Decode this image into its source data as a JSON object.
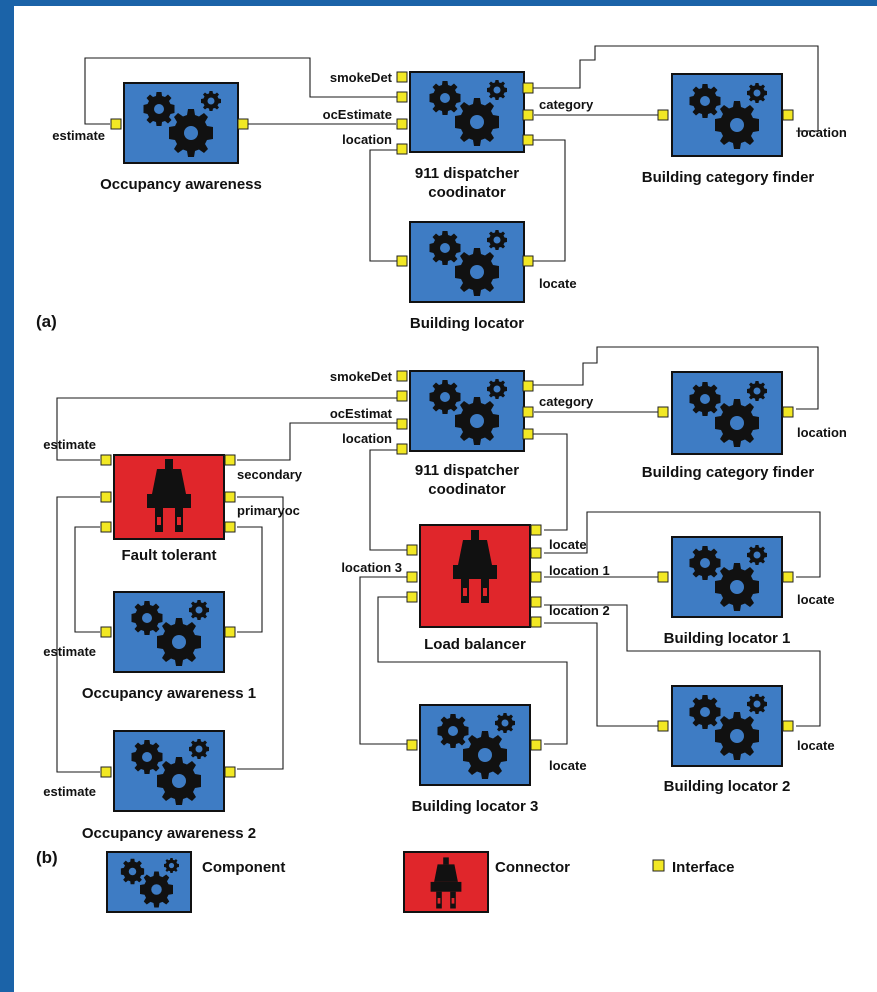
{
  "panels": {
    "a": "(a)",
    "b": "(b)"
  },
  "diagram_a": {
    "occupancy": "Occupancy awareness",
    "dispatcher_line1": "911 dispatcher",
    "dispatcher_line2": "coodinator",
    "category_finder": "Building category finder",
    "locator": "Building locator",
    "ports": {
      "estimate": "estimate",
      "smokeDet": "smokeDet",
      "ocEstimate": "ocEstimate",
      "location": "location",
      "category": "category",
      "finder_location": "location",
      "locate": "locate"
    }
  },
  "diagram_b": {
    "dispatcher_line1": "911 dispatcher",
    "dispatcher_line2": "coodinator",
    "category_finder": "Building category finder",
    "fault_tolerant": "Fault tolerant",
    "load_balancer": "Load balancer",
    "occupancy1": "Occupancy awareness 1",
    "occupancy2": "Occupancy awareness 2",
    "locator1": "Building locator 1",
    "locator2": "Building locator 2",
    "locator3": "Building locator 3",
    "ports": {
      "smokeDet": "smokeDet",
      "ocEstimat": "ocEstimat",
      "location": "location",
      "category": "category",
      "finder_location": "location",
      "estimate": "estimate",
      "secondary": "secondary",
      "primaryoc": "primaryoc",
      "estimate1": "estimate",
      "estimate2": "estimate",
      "lb_locate": "locate",
      "lb_location1": "location 1",
      "lb_location2": "location 2",
      "lb_location3": "location 3",
      "l1_locate": "locate",
      "l2_locate": "locate",
      "l3_locate": "locate"
    }
  },
  "legend": {
    "component": "Component",
    "connector": "Connector",
    "interface": "Interface"
  },
  "colors": {
    "component": "#3e7cc4",
    "connector": "#e0262b",
    "interface": "#f2e824",
    "frame": "#1b63a8"
  },
  "icons": {
    "component": "gears-icon",
    "connector": "plug-icon",
    "interface": "square-port-icon"
  }
}
